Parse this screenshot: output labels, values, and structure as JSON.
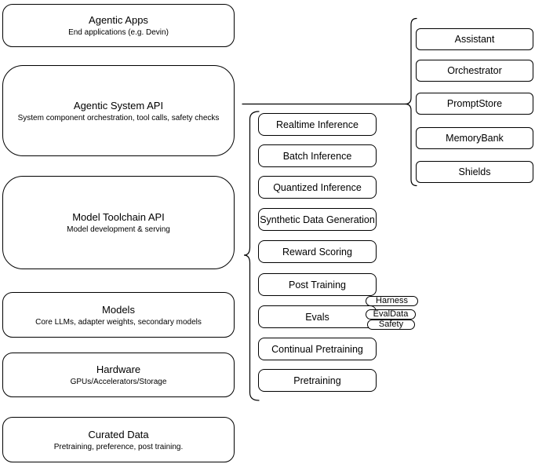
{
  "diagram": {
    "left_stack": [
      {
        "title": "Agentic Apps",
        "subtitle": "End applications (e.g. Devin)"
      },
      {
        "title": "Agentic System API",
        "subtitle": "System component orchestration, tool calls, safety checks"
      },
      {
        "title": "Model Toolchain API",
        "subtitle": "Model development & serving"
      },
      {
        "title": "Models",
        "subtitle": "Core LLMs, adapter weights, secondary models"
      },
      {
        "title": "Hardware",
        "subtitle": "GPUs/Accelerators/Storage"
      },
      {
        "title": "Curated Data",
        "subtitle": "Pretraining, preference, post training."
      }
    ],
    "toolchain_components": [
      {
        "label": "Realtime Inference"
      },
      {
        "label": "Batch Inference"
      },
      {
        "label": "Quantized Inference"
      },
      {
        "label": "Synthetic Data Generation"
      },
      {
        "label": "Reward Scoring"
      },
      {
        "label": "Post Training"
      },
      {
        "label": "Evals"
      },
      {
        "label": "Continual Pretraining"
      },
      {
        "label": "Pretraining"
      }
    ],
    "system_components": [
      {
        "label": "Assistant"
      },
      {
        "label": "Orchestrator"
      },
      {
        "label": "PromptStore"
      },
      {
        "label": "MemoryBank"
      },
      {
        "label": "Shields"
      }
    ],
    "eval_pills": [
      {
        "label": "Harness"
      },
      {
        "label": "EvalData"
      },
      {
        "label": "Safety"
      }
    ],
    "colors": {
      "stroke": "#000000",
      "background": "#ffffff",
      "text": "#000000"
    }
  }
}
